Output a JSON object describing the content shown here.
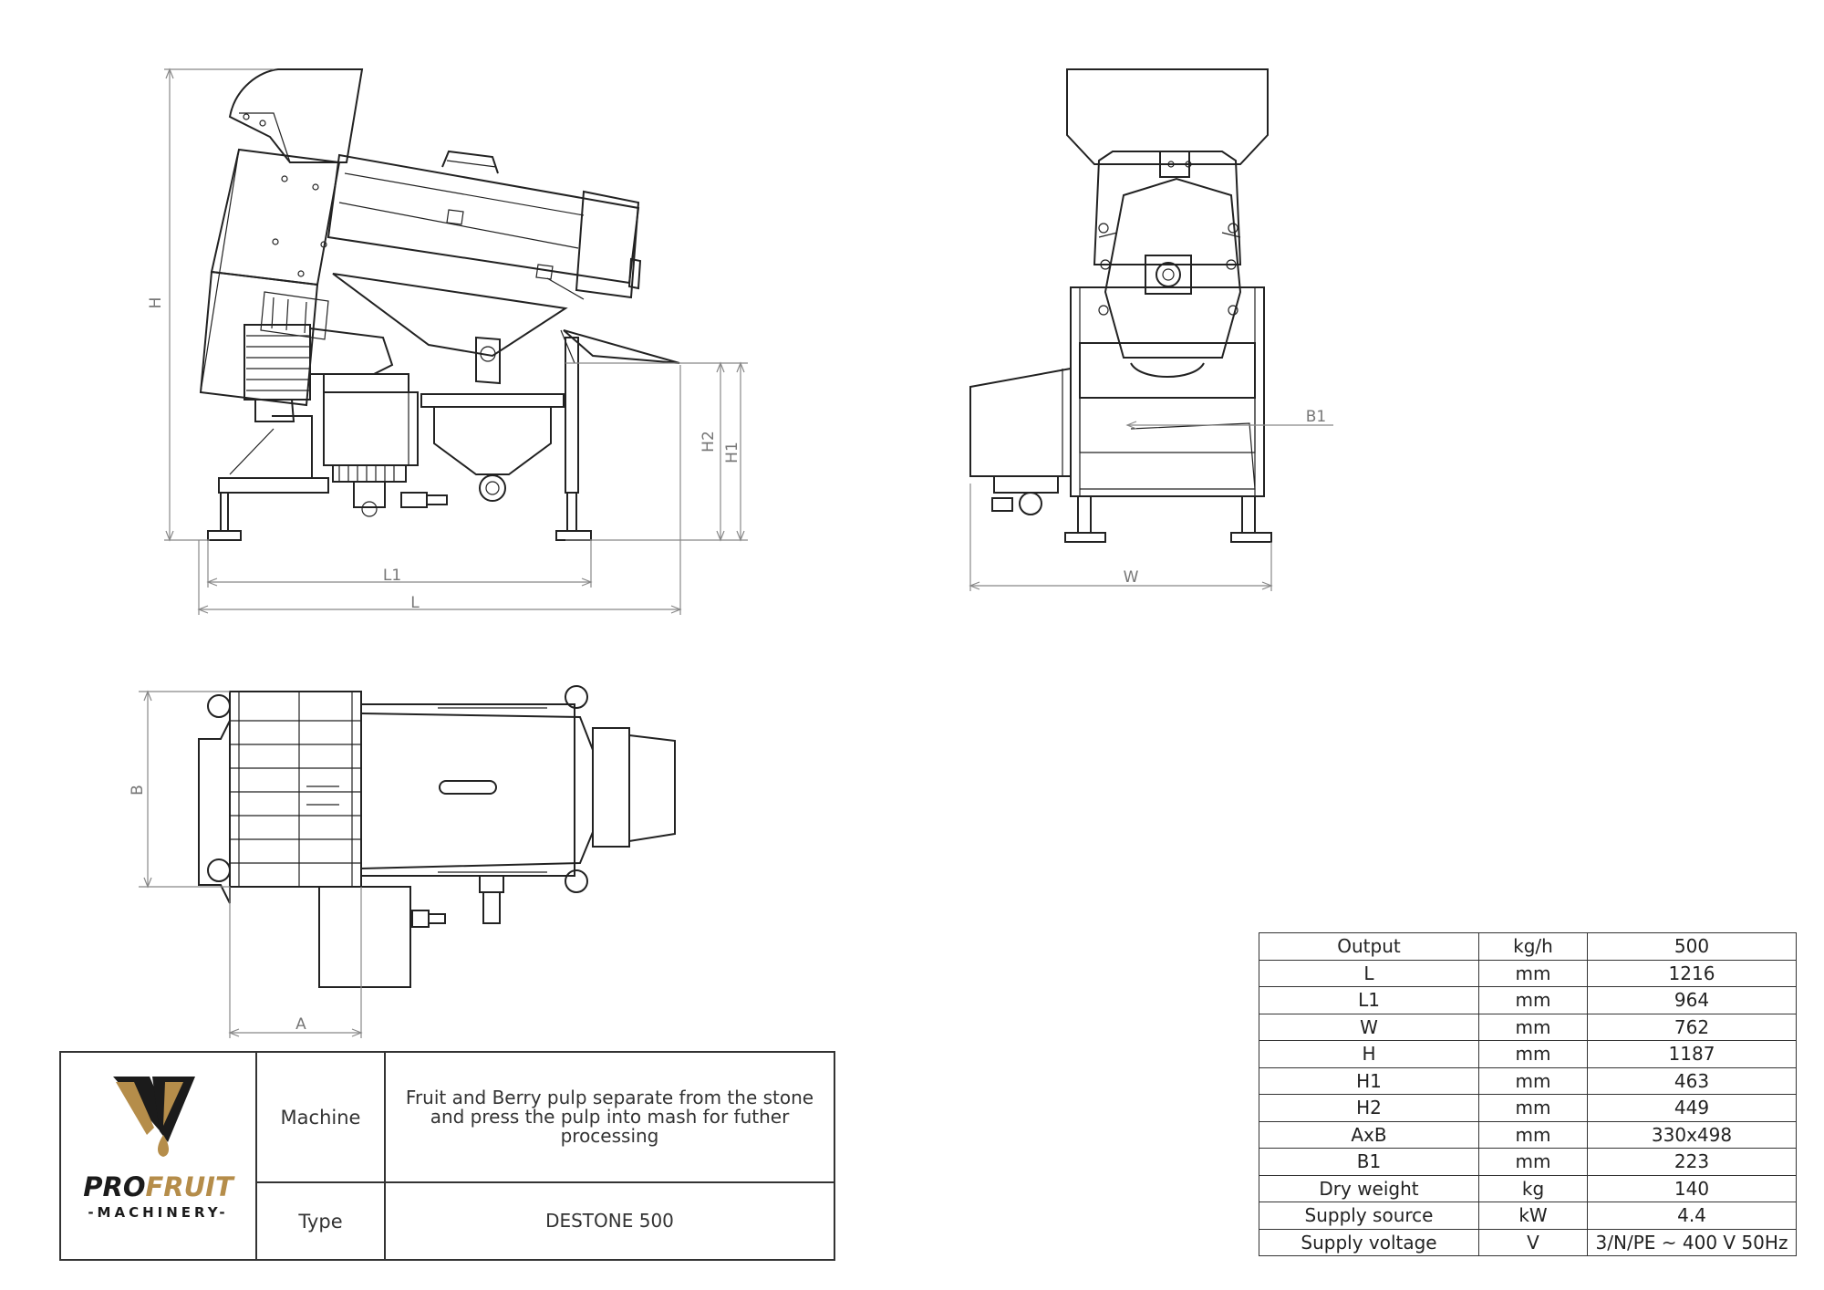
{
  "dimension_labels": {
    "H": "H",
    "H1": "H1",
    "H2": "H2",
    "L": "L",
    "L1": "L1",
    "W": "W",
    "B1": "B1",
    "B": "B",
    "A": "A"
  },
  "title_block": {
    "brand_pro": "PRO",
    "brand_fruit": "FRUIT",
    "brand_sub": "-MACHINERY-",
    "machine_label": "Machine",
    "machine_value": "Fruit and Berry pulp separate from the stone and press the pulp into mash for futher processing",
    "type_label": "Type",
    "type_value": "DESTONE 500"
  },
  "specs": [
    {
      "param": "Output",
      "unit": "kg/h",
      "value": "500"
    },
    {
      "param": "L",
      "unit": "mm",
      "value": "1216"
    },
    {
      "param": "L1",
      "unit": "mm",
      "value": "964"
    },
    {
      "param": "W",
      "unit": "mm",
      "value": "762"
    },
    {
      "param": "H",
      "unit": "mm",
      "value": "1187"
    },
    {
      "param": "H1",
      "unit": "mm",
      "value": "463"
    },
    {
      "param": "H2",
      "unit": "mm",
      "value": "449"
    },
    {
      "param": "AxB",
      "unit": "mm",
      "value": "330x498"
    },
    {
      "param": "B1",
      "unit": "mm",
      "value": "223"
    },
    {
      "param": "Dry weight",
      "unit": "kg",
      "value": "140"
    },
    {
      "param": "Supply source",
      "unit": "kW",
      "value": "4.4"
    },
    {
      "param": "Supply voltage",
      "unit": "V",
      "value": "3/N/PE ~ 400 V 50Hz"
    }
  ],
  "colors": {
    "line": "#222222",
    "dimension": "#888888",
    "logo_gold": "#b58d4a",
    "logo_dark": "#1b1b1b"
  }
}
